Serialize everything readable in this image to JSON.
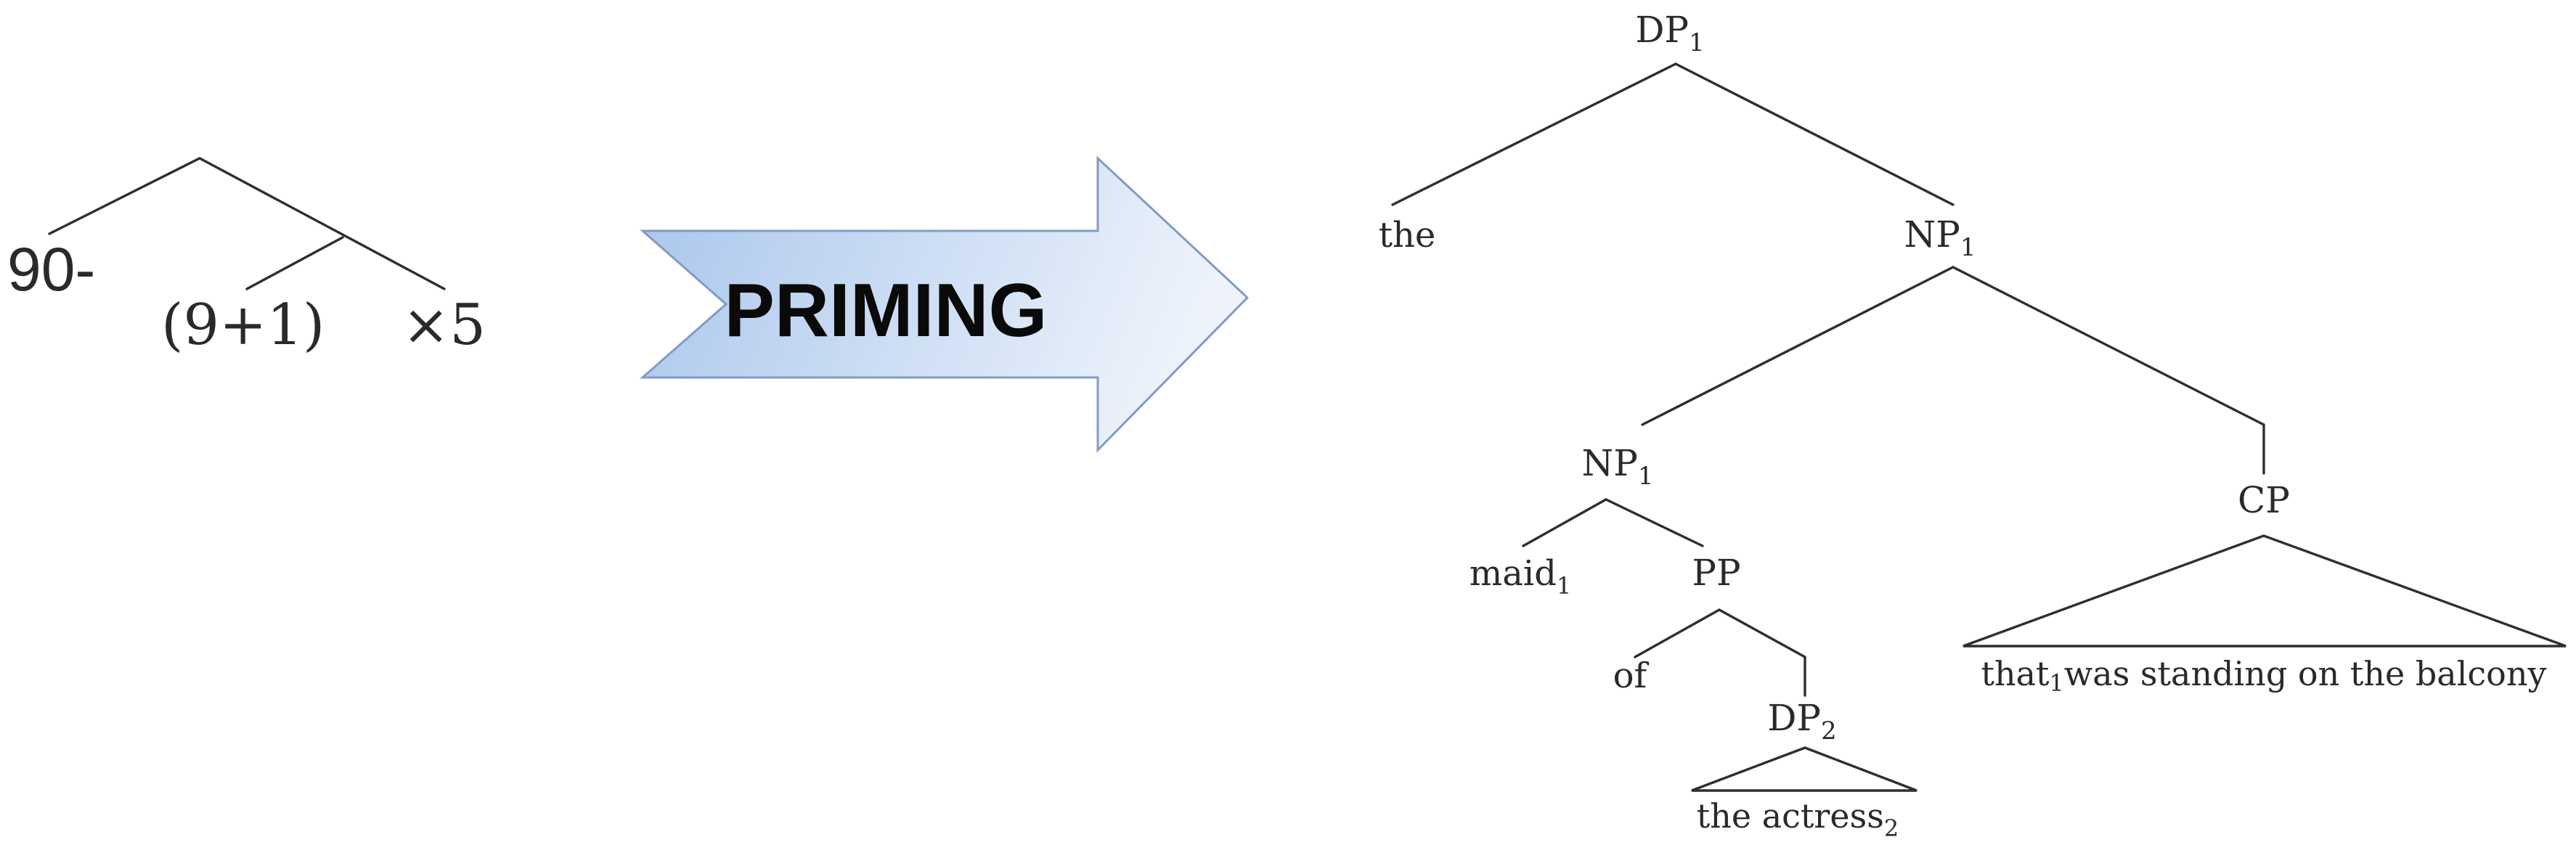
{
  "math_tree": {
    "left_label": "90-",
    "middle_label": "(9+1)",
    "right_label": "×5"
  },
  "arrow": {
    "label": "PRIMING",
    "fill_start": "#a9c6ec",
    "fill_end": "#eef3fb",
    "stroke": "#7f9cc6"
  },
  "syntax_tree": {
    "root": {
      "label": "DP",
      "sub": "1"
    },
    "det": "the",
    "np_top": {
      "label": "NP",
      "sub": "1"
    },
    "np_inner": {
      "label": "NP",
      "sub": "1"
    },
    "cp": "CP",
    "noun": {
      "label": "maid",
      "sub": "1"
    },
    "pp": "PP",
    "prep": "of",
    "dp2": {
      "label": "DP",
      "sub": "2"
    },
    "dp2_text": {
      "label": "the actress",
      "sub": "2"
    },
    "cp_text": {
      "before": "that",
      "sub": "1",
      "after": "was standing on the balcony"
    }
  }
}
